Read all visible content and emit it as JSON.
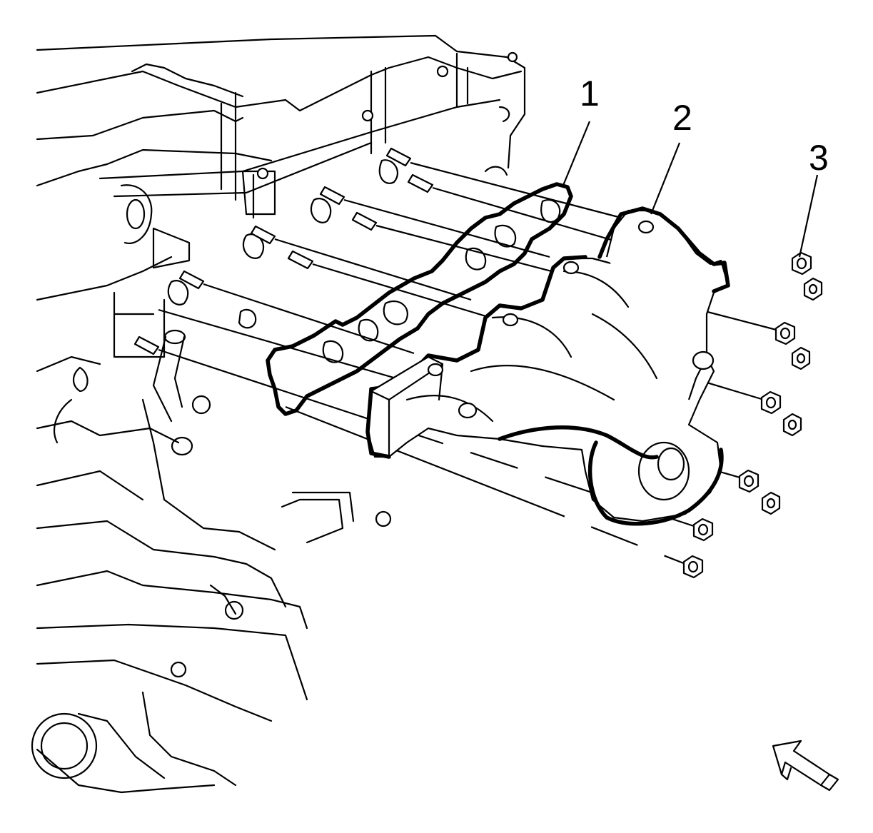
{
  "callouts": [
    {
      "id": "1",
      "label": "1"
    },
    {
      "id": "2",
      "label": "2"
    },
    {
      "id": "3",
      "label": "3"
    }
  ],
  "view_arrow": {
    "icon": "view-direction-arrow-icon"
  }
}
